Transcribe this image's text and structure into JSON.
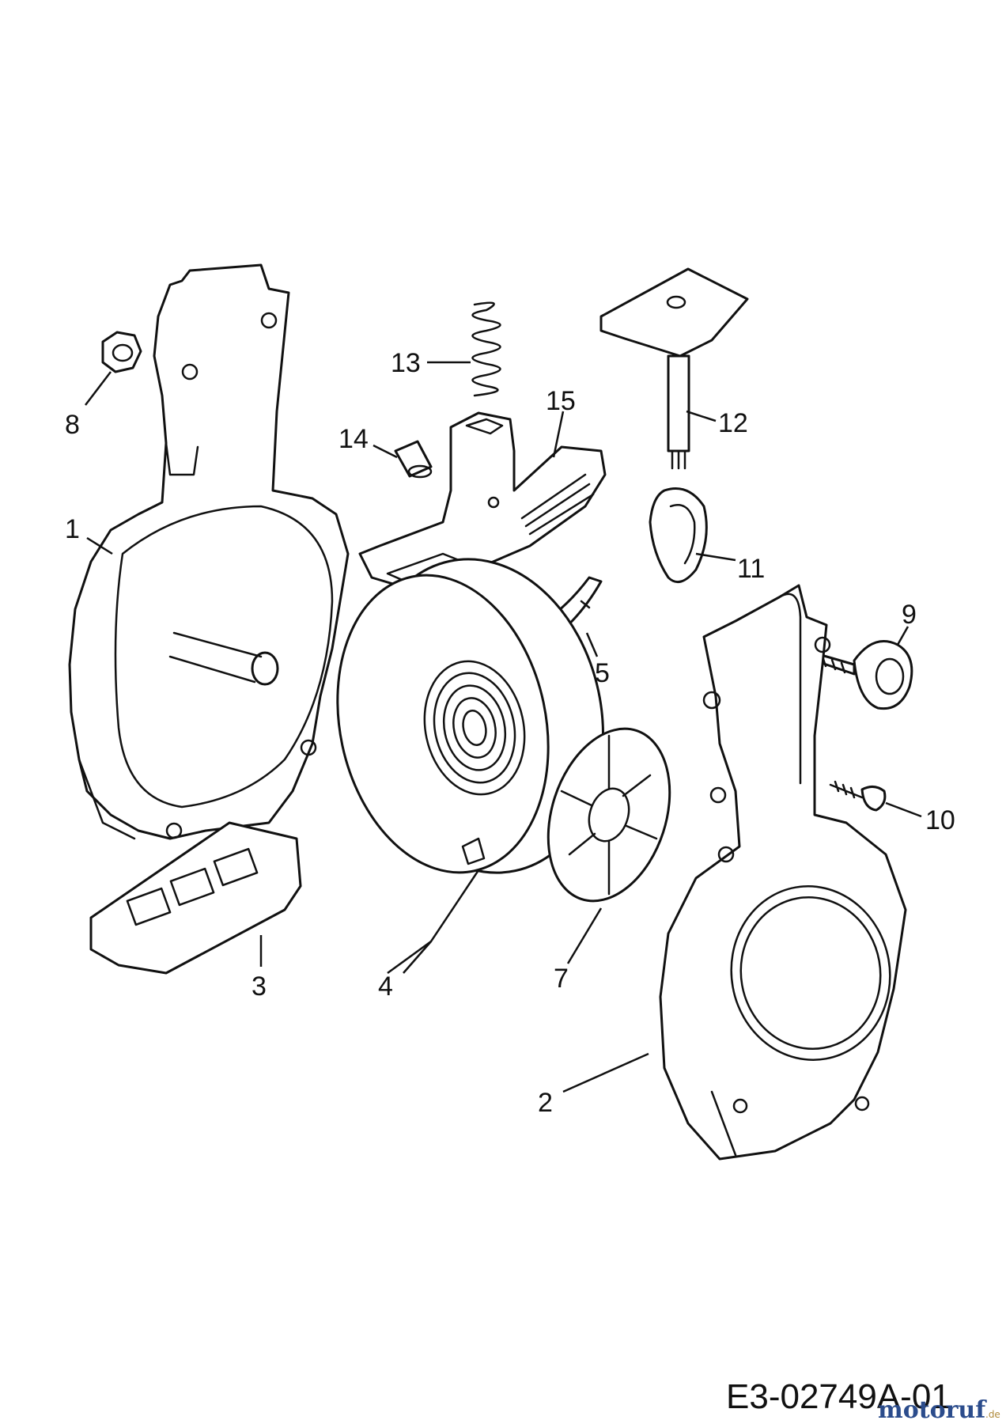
{
  "diagram": {
    "callouts": [
      "1",
      "2",
      "3",
      "4",
      "5",
      "7",
      "8",
      "9",
      "10",
      "11",
      "12",
      "13",
      "14",
      "15"
    ],
    "reference_code": "E3-02749A-01",
    "watermark": {
      "text": "motoruf",
      "suffix": ".de",
      "colors": {
        "primary": "#2b4c8c",
        "accent": "#b08a3a"
      }
    }
  }
}
